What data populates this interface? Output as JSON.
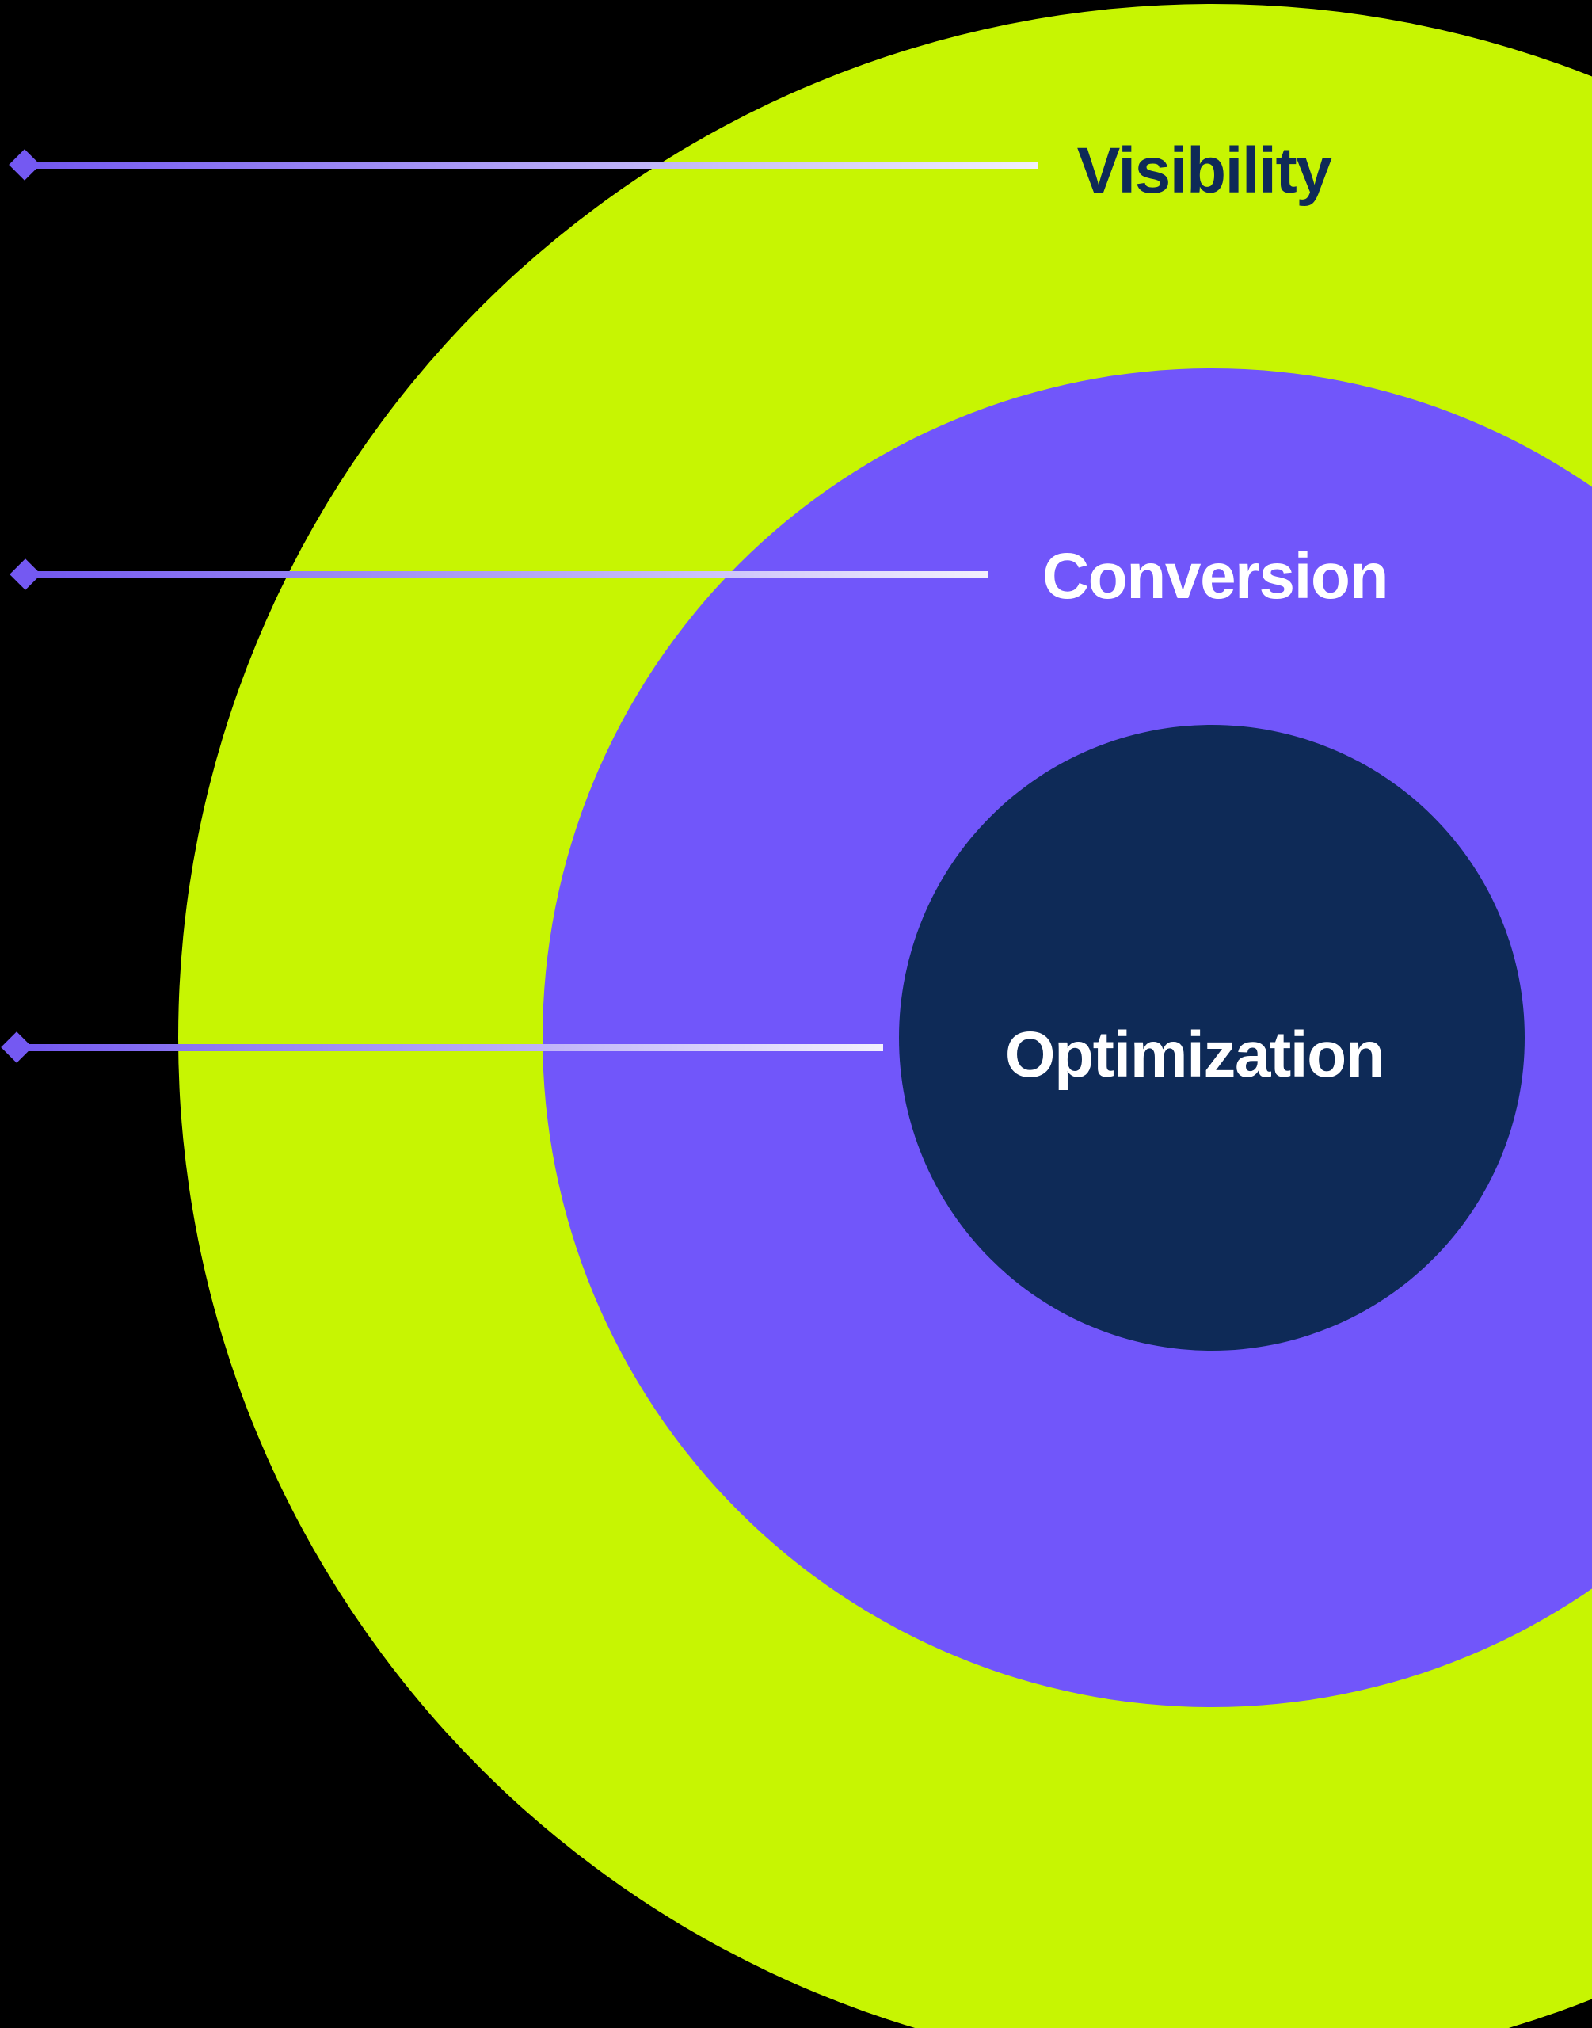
{
  "diagram": {
    "type": "concentric-rings",
    "background_color": "#000000",
    "rings": [
      {
        "label": "Visibility",
        "color": "#C7F502",
        "label_color": "#0E2A57"
      },
      {
        "label": "Conversion",
        "color": "#7156FA",
        "label_color": "#FFFFFF"
      },
      {
        "label": "Optimization",
        "color": "#0E2A57",
        "label_color": "#FFFFFF"
      }
    ],
    "connectors": {
      "marker": "diamond-icon",
      "diamond_color": "#7459F2",
      "line_start_color": "#7156F0",
      "line_end_color": "#F2F0FD"
    }
  }
}
